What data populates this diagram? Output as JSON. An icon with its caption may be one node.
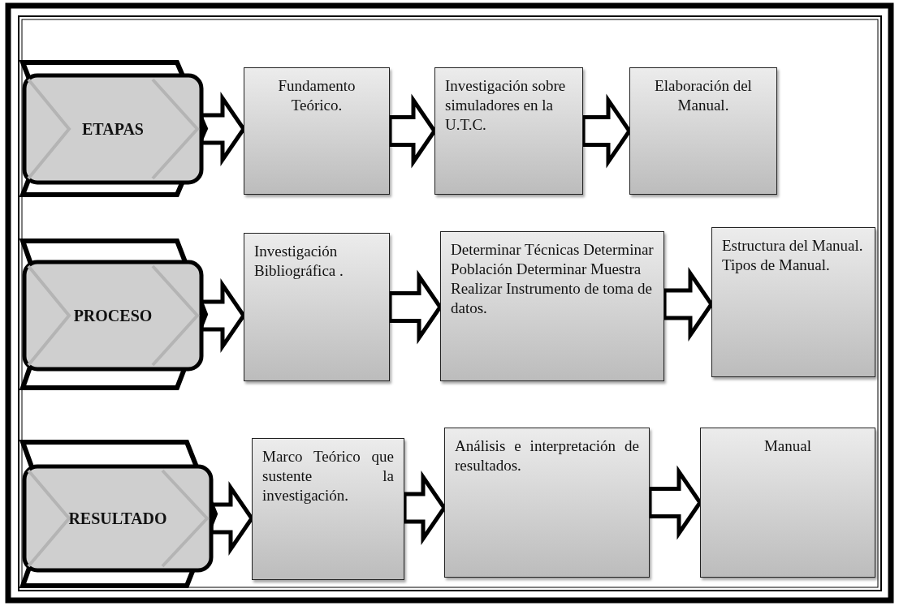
{
  "diagram": {
    "nodes": [
      {
        "text": [
          "ETAPAS"
        ]
      },
      {
        "text": [
          "Fundamento Teórico."
        ]
      },
      {
        "text": [
          "Investigación sobre simuladores en la U.T.C."
        ]
      },
      {
        "text": [
          "Elaboración del Manual."
        ]
      },
      {
        "text": [
          "PROCESO"
        ]
      },
      {
        "text": [
          "Investigación Bibliográfica ."
        ]
      },
      {
        "text": [
          "Determinar Técnicas Determinar Población Determinar Muestra Realizar Instrumento de toma de datos."
        ]
      },
      {
        "text": [
          "Estructura del Manual. Tipos de Manual."
        ]
      },
      {
        "text": [
          "RESULTADO"
        ]
      },
      {
        "text": [
          "Marco Teórico que sustente la investigación."
        ]
      },
      {
        "text": [
          "Análisis e interpretación de resultados."
        ]
      },
      {
        "text": [
          "Manual"
        ]
      }
    ],
    "edges": [
      {
        "from": 0,
        "to": 1,
        "arrow": "to"
      },
      {
        "from": 1,
        "to": 2,
        "arrow": "to"
      },
      {
        "from": 2,
        "to": 3,
        "arrow": "to"
      },
      {
        "from": 4,
        "to": 5,
        "arrow": "to"
      },
      {
        "from": 5,
        "to": 6,
        "arrow": "to"
      },
      {
        "from": 6,
        "to": 7,
        "arrow": "to"
      },
      {
        "from": 8,
        "to": 9,
        "arrow": "to"
      },
      {
        "from": 9,
        "to": 10,
        "arrow": "to"
      },
      {
        "from": 10,
        "to": 11,
        "arrow": "to"
      }
    ]
  }
}
